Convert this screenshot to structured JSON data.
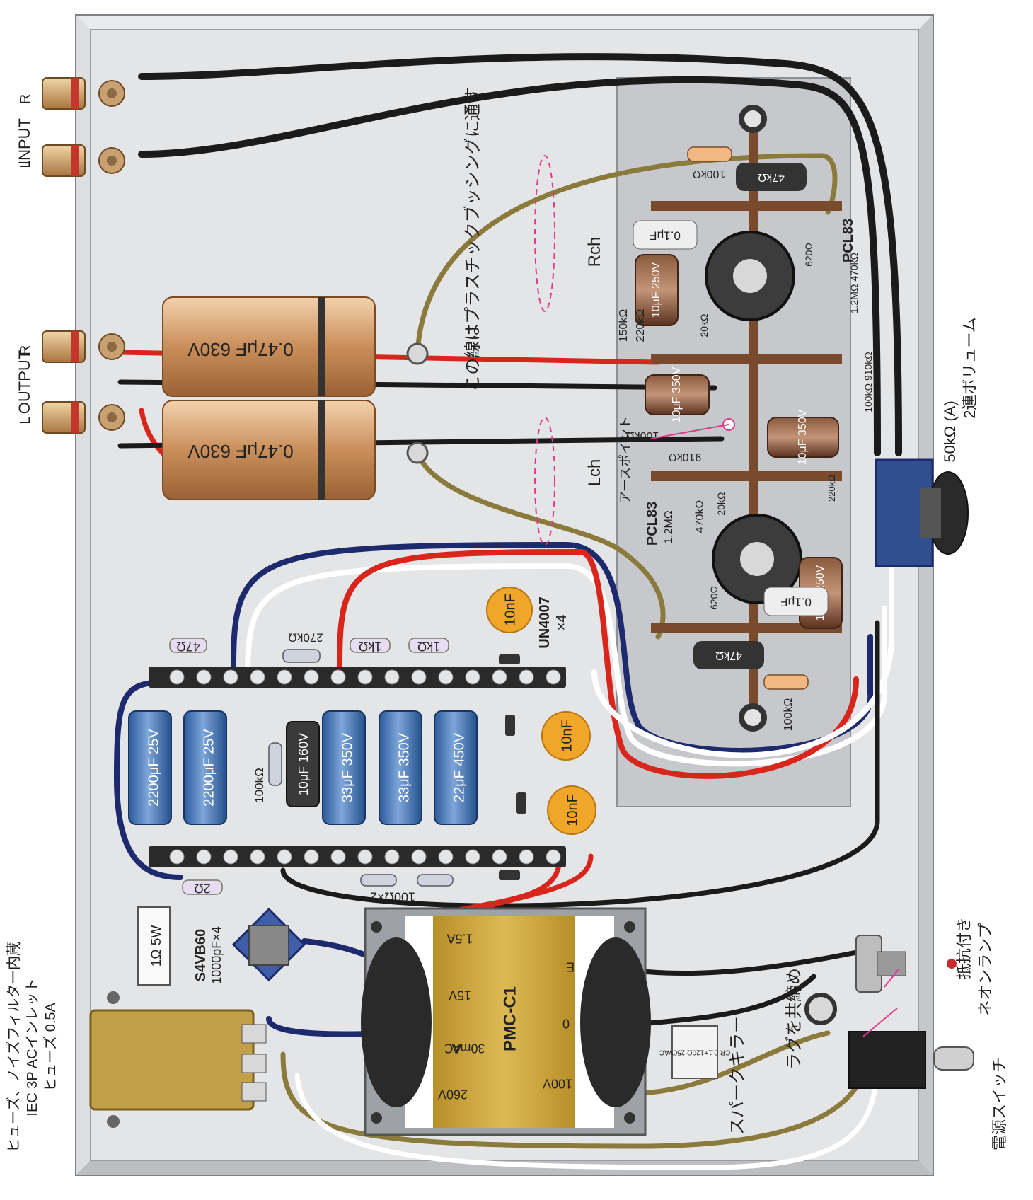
{
  "io": {
    "input_title": "INPUT",
    "output_title": "OUTPUT",
    "r": "R",
    "l": "L"
  },
  "capacitors": {
    "output_cap": "0.47μF 630V",
    "filter1": "2200μF 25V",
    "filter2": "2200μF 25V",
    "filter3": "10μF 160V",
    "filter4": "33μF 350V",
    "filter5": "33μF 350V",
    "filter6": "22μF 450V",
    "ceramic": "10nF",
    "tube_r_cap1": "10μF 250V",
    "tube_r_cap2": "10μF 350V",
    "tube_l_cap1": "10μF 350V",
    "tube_l_cap2": "10μF 250V",
    "film": "0.1μF"
  },
  "resistors": {
    "r47": "47Ω",
    "r270k": "270kΩ",
    "r1k_a": "1kΩ",
    "r1k_b": "1kΩ",
    "r100k_side": "100kΩ",
    "r100x2": "100Ω×2",
    "r2": "2Ω",
    "r1_5w": "1Ω 5W",
    "r100k_top": "100kΩ",
    "r47k": "47kΩ",
    "r150k": "150kΩ",
    "r220k": "220kΩ",
    "r20k": "20kΩ",
    "r620": "620Ω",
    "r1_2m": "1.2MΩ",
    "r470k": "470kΩ",
    "r910k": "910kΩ",
    "r100k_mid": "100kΩ",
    "r100k_bottom": "100kΩ",
    "r100k_910k": "100kΩ 910kΩ",
    "r1_2m_470k": "1.2MΩ 470kΩ"
  },
  "semis": {
    "diode": "UN4007",
    "diode_count": "×4",
    "bridge": "S4VB60",
    "bridge_caps": "1000pF×4",
    "tube": "PCL83"
  },
  "transformer": {
    "model": "PMC-C1",
    "v260": "260V",
    "ac30": "AC",
    "ma30": "30mA",
    "v15": "15V",
    "a15": "1.5A",
    "v100": "100V",
    "e": "E",
    "zero": "0"
  },
  "spark_killer_box": "CR 0.1+120Ω 250VAC",
  "channels": {
    "rch": "Rch",
    "lch": "Lch"
  },
  "annotations": {
    "grommet_note": "この線はプラスチックブッシングに通す",
    "earth_point": "アースポイント",
    "volume_line1": "50kΩ (A)",
    "volume_line2": "2連ボリューム",
    "spark_killer": "スパークキラー",
    "lug_note": "ラグを共締め",
    "neon_line1": "抵抗付き",
    "neon_line2": "ネオンランプ",
    "power_switch": "電源スイッチ",
    "inlet_line1": "ヒューズ、ノイズフィルター内蔵",
    "inlet_line2": "IEC 3P ACインレット",
    "inlet_line3": "ヒューズ 0.5A"
  },
  "colors": {
    "chassis": "#d9dadb",
    "chassis_inner": "#e6e7e9",
    "subpanel": "#c8cacd",
    "wire_red": "#d9261c",
    "wire_black": "#1b1b1b",
    "wire_blue": "#1e2a6e",
    "wire_white": "#ffffff",
    "wire_olive": "#8a7a3c",
    "cap_blue": "#3c6fb5",
    "cap_brown": "#6b3f2a",
    "copper": "#c98e5a",
    "transformer_gold": "#c9a43c",
    "ceramic_orange": "#f0a629",
    "pink_annotation": "#e23a8a"
  }
}
